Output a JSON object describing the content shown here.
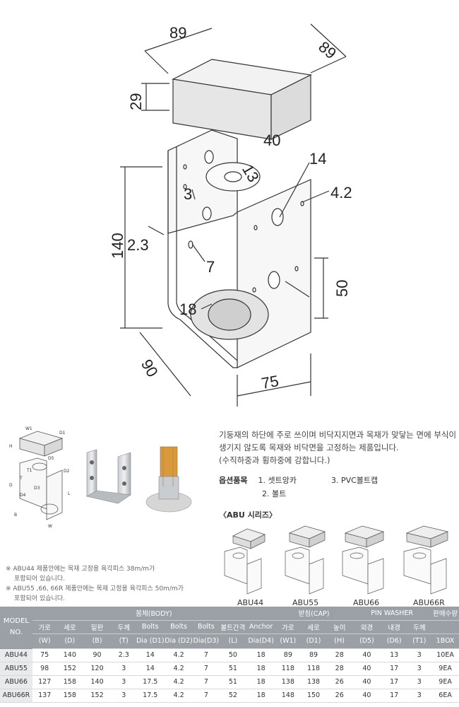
{
  "main_drawing": {
    "dims": {
      "top_width": "89",
      "top_depth": "89",
      "cap_height": "29",
      "washer_outer": "40",
      "washer_inner": "13",
      "slot": "3",
      "thickness": "2.3",
      "height": "140",
      "hole_small": "7",
      "hole_big": "14",
      "hole_tiny": "4.2",
      "spacing": "50",
      "bottom_hole": "18",
      "base_depth": "90",
      "base_width": "75"
    }
  },
  "small_drawing_labels": [
    "W1",
    "D1",
    "H",
    "D5",
    "D",
    "T1",
    "D2",
    "T",
    "D3",
    "D4",
    "B",
    "L",
    "W"
  ],
  "description": {
    "lines": [
      "기둥재의 하단에 주로 쓰이며 비닥지지면과 목재가 맞닿는 면에 부식이",
      "생기지 않도록 목재와 비닥면을 고정하는 제품입니다.",
      "(수직하중과 횡하중에 강합니다.)"
    ],
    "options_title": "옵션품목",
    "options": [
      "1. 셋트앙카",
      "3. PVC볼트캡",
      "2. 볼트"
    ]
  },
  "series": {
    "title": "〈ABU 시리즈〉",
    "items": [
      "ABU44",
      "ABU55",
      "ABU66",
      "ABU66R"
    ]
  },
  "notes": [
    "※ ABU44 제품안에는 목재 고정용 육각피스 38m/m가",
    "포함되어 있습니다.",
    "※ ABU55 ,66, 66R 제품안에는 목재 고정용 육각피스 50m/m가",
    "포함되어 있습니다."
  ],
  "table": {
    "model_header": [
      "MODEL",
      "NO."
    ],
    "groups": {
      "body": "몸체(BODY)",
      "cap": "받침(CAP)",
      "washer": "PIN WASHER",
      "sales": "판매수량"
    },
    "columns": [
      [
        "가로",
        "(W)"
      ],
      [
        "세로",
        "(D)"
      ],
      [
        "밑판",
        "(B)"
      ],
      [
        "두께",
        "(T)"
      ],
      [
        "Bolts",
        "Dia (D1)"
      ],
      [
        "Bolts",
        "Dia (D2)"
      ],
      [
        "Bolts",
        "Dia(D3)"
      ],
      [
        "볼트간격",
        "(L)"
      ],
      [
        "Anchor",
        "Dia(D4)"
      ],
      [
        "가로",
        "(W1)"
      ],
      [
        "세로",
        "(D1)"
      ],
      [
        "높이",
        "(H)"
      ],
      [
        "외경",
        "(D5)"
      ],
      [
        "내경",
        "(D6)"
      ],
      [
        "두께",
        "(T1)"
      ],
      [
        "",
        "1BOX"
      ]
    ],
    "rows": [
      {
        "model": "ABU44",
        "cells": [
          "75",
          "140",
          "90",
          "2.3",
          "14",
          "4.2",
          "7",
          "50",
          "18",
          "89",
          "89",
          "28",
          "40",
          "13",
          "3",
          "10EA"
        ]
      },
      {
        "model": "ABU55",
        "cells": [
          "98",
          "152",
          "120",
          "3",
          "14",
          "4.2",
          "7",
          "51",
          "18",
          "118",
          "118",
          "28",
          "40",
          "17",
          "3",
          "9EA"
        ]
      },
      {
        "model": "ABU66",
        "cells": [
          "127",
          "158",
          "140",
          "3",
          "17.5",
          "4.2",
          "7",
          "51",
          "18",
          "138",
          "138",
          "26",
          "40",
          "17",
          "3",
          "9EA"
        ]
      },
      {
        "model": "ABU66R",
        "cells": [
          "137",
          "158",
          "152",
          "3",
          "17.5",
          "4.2",
          "7",
          "52",
          "18",
          "148",
          "150",
          "26",
          "40",
          "17",
          "3",
          "6EA"
        ]
      }
    ]
  }
}
